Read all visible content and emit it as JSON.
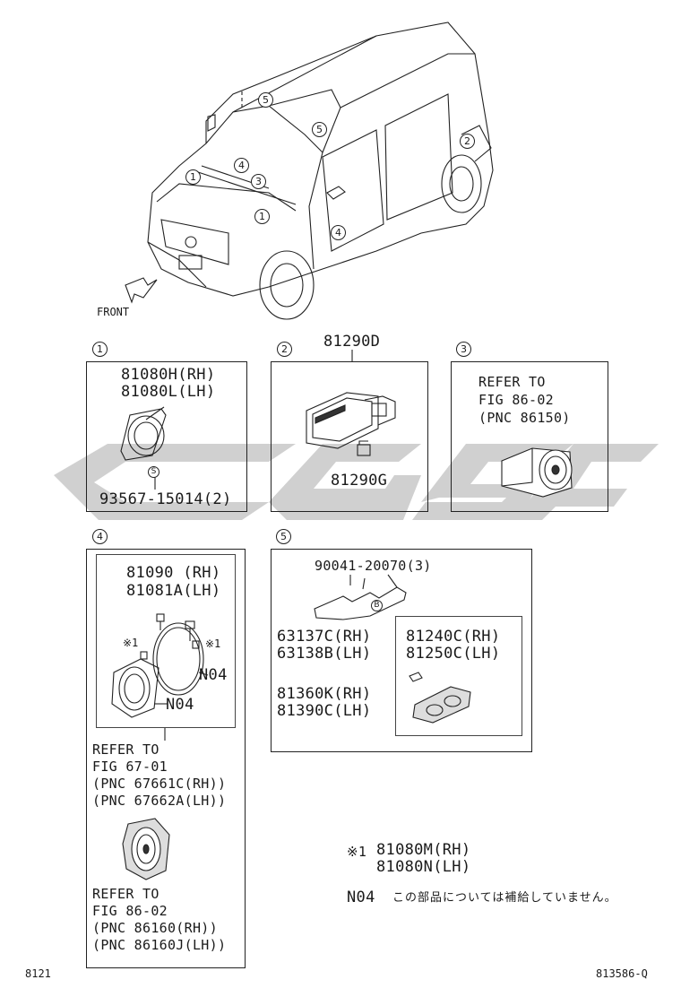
{
  "illustration": {
    "front_label": "FRONT"
  },
  "callouts": {
    "c1": "1",
    "c2": "2",
    "c3": "3",
    "c4": "4",
    "c5": "5"
  },
  "box1": {
    "part_rh": "81080H(RH)",
    "part_lh": "81080L(LH)",
    "screw_mark": "S",
    "screw_part": "93567-15014(2)"
  },
  "box2": {
    "part_top": "81290D",
    "part_bottom": "81290G"
  },
  "box3": {
    "ref_line1": "REFER TO",
    "ref_line2": "FIG 86-02",
    "ref_line3": "(PNC 86150)"
  },
  "box4": {
    "part_rh": "81090 (RH)",
    "part_lh": "81081A(LH)",
    "note_mark": "※1",
    "n04": "N04",
    "ref1_line1": "REFER TO",
    "ref1_line2": "FIG 67-01",
    "ref1_line3": "(PNC 67661C(RH))",
    "ref1_line4": "(PNC 67662A(LH))",
    "ref2_line1": "REFER TO",
    "ref2_line2": "FIG 86-02",
    "ref2_line3": "(PNC 86160(RH))",
    "ref2_line4": "(PNC 86160J(LH))"
  },
  "box5": {
    "clip_part": "90041-20070(3)",
    "clip_mark": "B",
    "bracket_rh": "63137C(RH)",
    "bracket_lh": "63138B(LH)",
    "lamp_rh": "81360K(RH)",
    "lamp_lh": "81390C(LH)",
    "bulb_rh": "81240C(RH)",
    "bulb_lh": "81250C(LH)"
  },
  "legend": {
    "note_mark": "※1",
    "note_rh": "81080M(RH)",
    "note_lh": "81080N(LH)",
    "n04_code": "N04",
    "n04_text": "この部品については補給していません。"
  },
  "footer": {
    "left_code": "8121",
    "right_code": "813586-Q"
  },
  "watermark": {
    "color": "#c8c8c8"
  }
}
